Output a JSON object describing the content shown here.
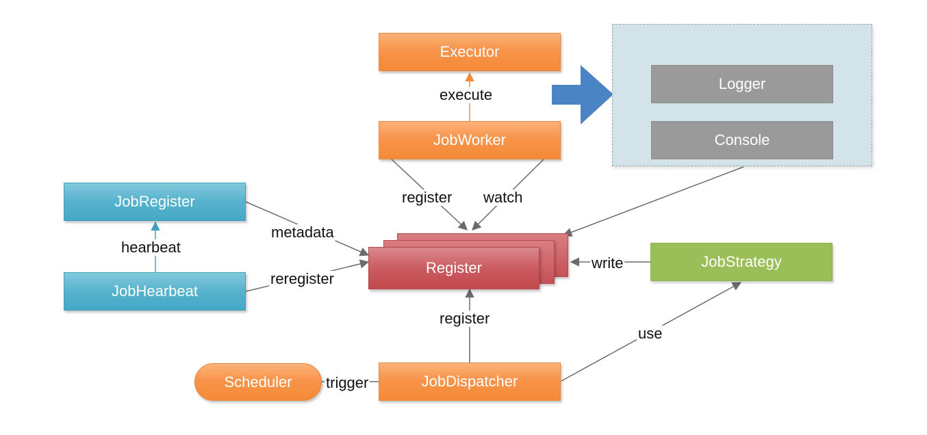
{
  "nodes": {
    "executor": "Executor",
    "jobworker": "JobWorker",
    "logger": "Logger",
    "console": "Console",
    "jobregister": "JobRegister",
    "jobhearbeat": "JobHearbeat",
    "register": "Register",
    "jobstrategy": "JobStrategy",
    "scheduler": "Scheduler",
    "jobdispatcher": "JobDispatcher"
  },
  "edges": {
    "execute": "execute",
    "register_worker": "register",
    "watch": "watch",
    "hearbeat": "hearbeat",
    "metadata": "metadata",
    "reregister": "reregister",
    "write": "write",
    "register_dispatcher": "register",
    "use": "use",
    "trigger": "trigger"
  },
  "colors": {
    "orange": "#f7944a",
    "teal": "#4fadc8",
    "red": "#c9585d",
    "green": "#9bbf58",
    "gray": "#9a9a9a",
    "blue_arrow": "#4b84c4",
    "container": "#d3e3ea"
  }
}
